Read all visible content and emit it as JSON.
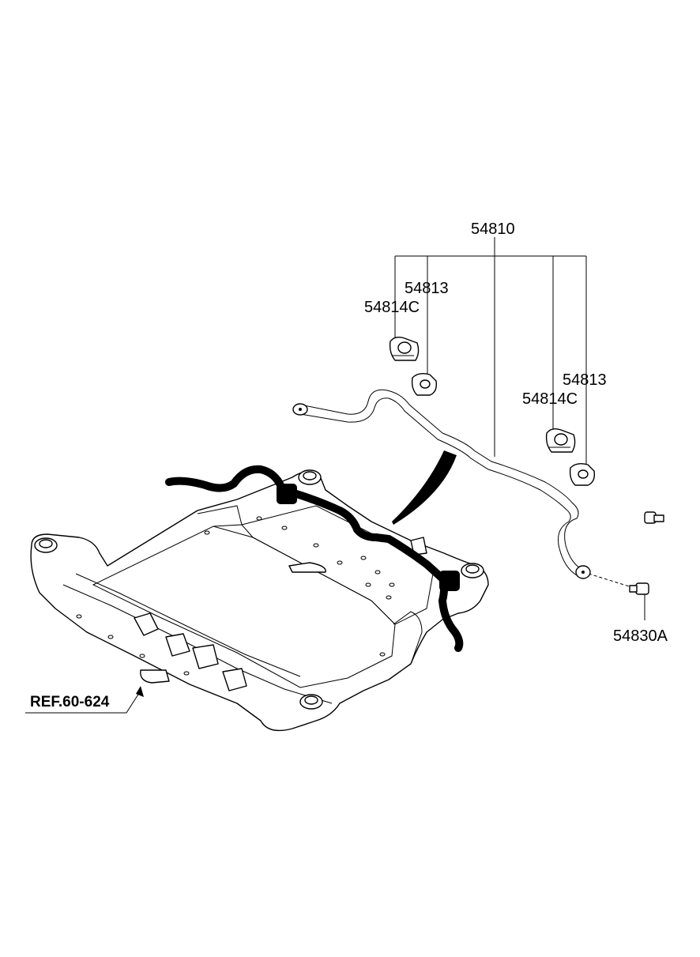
{
  "labels": {
    "stabilizer_bar": "54810",
    "bushing_left": "54813",
    "bracket_left": "54814C",
    "bushing_right": "54813",
    "bracket_right": "54814C",
    "link": "54830A",
    "reference": "REF.60-624"
  },
  "colors": {
    "ink": "#000000",
    "paper": "#ffffff"
  }
}
